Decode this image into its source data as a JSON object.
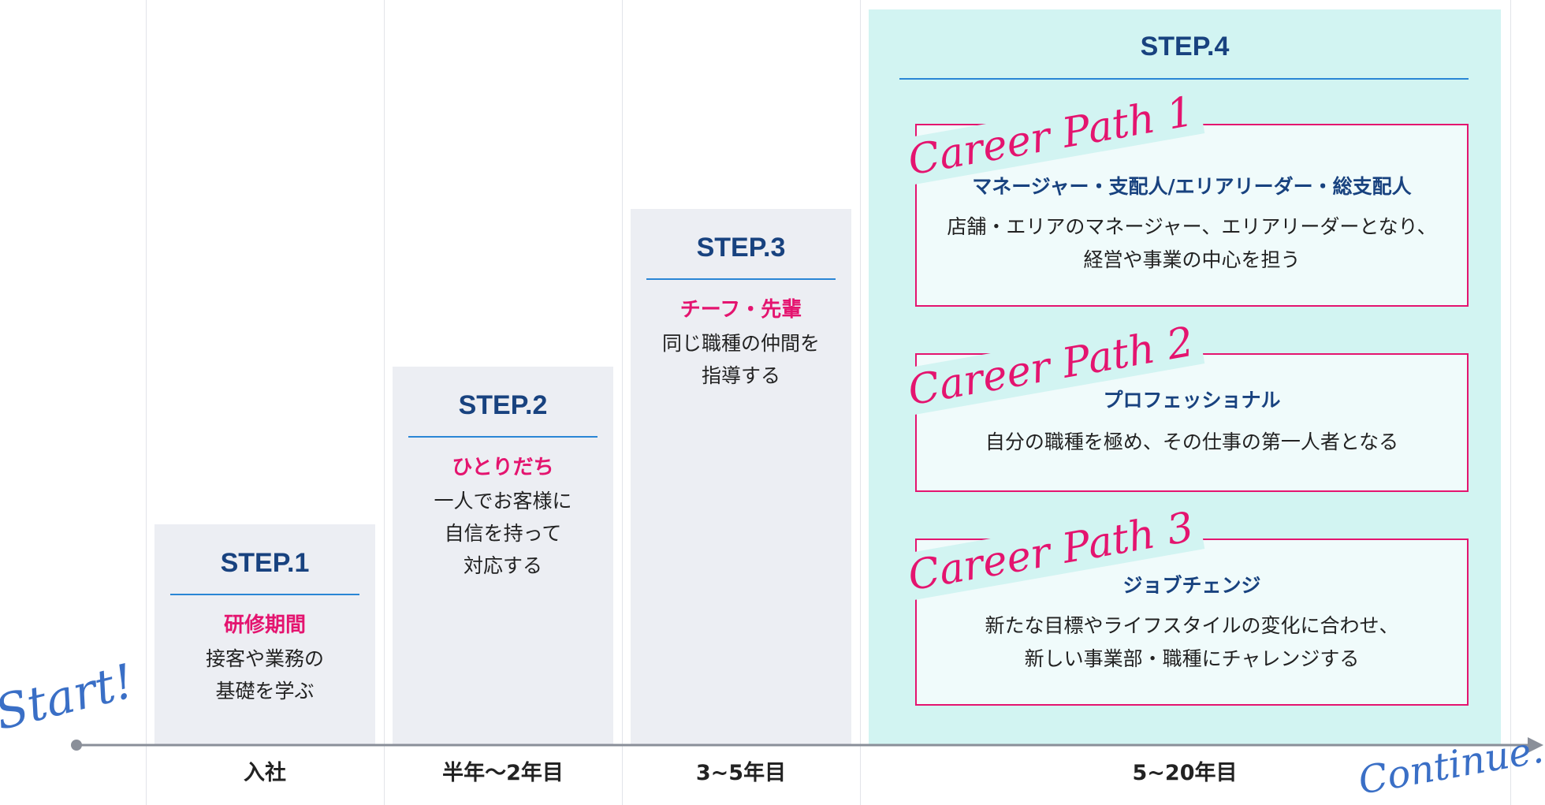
{
  "steps": [
    {
      "title": "STEP.1",
      "role": "研修期間",
      "desc": [
        "接客や業務の",
        "基礎を学ぶ"
      ],
      "period": "入社"
    },
    {
      "title": "STEP.2",
      "role": "ひとりだち",
      "desc": [
        "一人でお客様に",
        "自信を持って",
        "対応する"
      ],
      "period": "半年〜2年目"
    },
    {
      "title": "STEP.3",
      "role": "チーフ・先輩",
      "desc": [
        "同じ職種の仲間を",
        "指導する"
      ],
      "period": "3~5年目"
    },
    {
      "title": "STEP.4",
      "period": "5~20年目"
    }
  ],
  "career_paths": [
    {
      "label": "Career Path 1",
      "title": "マネージャー・支配人/エリアリーダー・総支配人",
      "desc": [
        "店舗・エリアのマネージャー、エリアリーダーとなり、",
        "経営や事業の中心を担う"
      ]
    },
    {
      "label": "Career Path 2",
      "title": "プロフェッショナル",
      "desc": [
        "自分の職種を極め、その仕事の第一人者となる"
      ]
    },
    {
      "label": "Career Path 3",
      "title": "ジョブチェンジ",
      "desc": [
        "新たな目標やライフスタイルの変化に合わせ、",
        "新しい事業部・職種にチャレンジする"
      ]
    }
  ],
  "timeline": {
    "start": "Start!",
    "continue": "Continue..."
  },
  "colors": {
    "navy": "#18427f",
    "pink": "#e4146f",
    "step_bg": "#eceef3",
    "step4_bg": "#d2f4f2",
    "rule": "#2a86d5",
    "script_blue": "#3a6fc6"
  }
}
